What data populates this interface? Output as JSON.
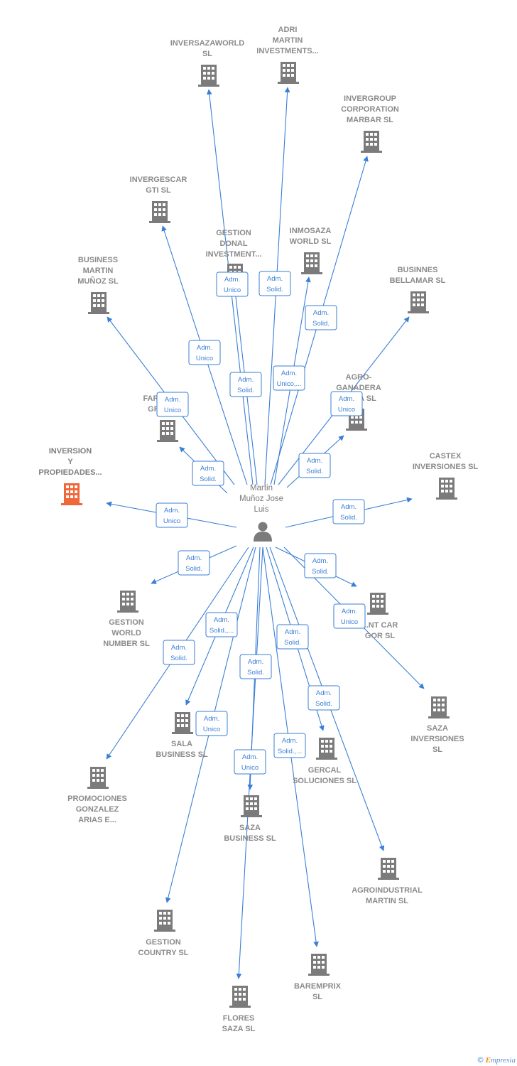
{
  "center": {
    "label_lines": [
      "Martin",
      "Muñoz Jose",
      "Luis"
    ],
    "icon": "person-icon"
  },
  "nodes": [
    {
      "id": "inversazaworld",
      "lines": [
        "INVERSAZAWORLD",
        "SL"
      ]
    },
    {
      "id": "adri-martin",
      "lines": [
        "ADRI",
        "MARTIN",
        "INVESTMENTS..."
      ]
    },
    {
      "id": "invergroup",
      "lines": [
        "INVERGROUP",
        "CORPORATION",
        "MARBAR  SL"
      ]
    },
    {
      "id": "invergescar",
      "lines": [
        "INVERGESCAR",
        "GTI  SL"
      ]
    },
    {
      "id": "gestion-donal",
      "lines": [
        "GESTION",
        "DONAL",
        "INVESTMENT..."
      ]
    },
    {
      "id": "inmosaza",
      "lines": [
        "INMOSAZA",
        "WORLD  SL"
      ]
    },
    {
      "id": "business-martin",
      "lines": [
        "BUSINESS",
        "MARTIN",
        "MUÑOZ  SL"
      ]
    },
    {
      "id": "businnes-bellamar",
      "lines": [
        "BUSINNES",
        "BELLAMAR  SL"
      ]
    },
    {
      "id": "agro-ganadera",
      "lines": [
        "AGRO-",
        "GANADERA",
        "D...CA SL"
      ]
    },
    {
      "id": "far-gr",
      "lines": [
        "FAR...R",
        "GR..."
      ]
    },
    {
      "id": "inversion-propiedades",
      "lines": [
        "INVERSION",
        "Y",
        "PROPIEDADES..."
      ],
      "highlight": true
    },
    {
      "id": "castex",
      "lines": [
        "CASTEX",
        "INVERSIONES SL"
      ]
    },
    {
      "id": "gestion-world",
      "lines": [
        "GESTION",
        "WORLD",
        "NUMBER  SL"
      ]
    },
    {
      "id": "rent-car",
      "lines": [
        "...NT CAR",
        "GOR  SL"
      ]
    },
    {
      "id": "saza-inversiones",
      "lines": [
        "SAZA",
        "INVERSIONES",
        "SL"
      ]
    },
    {
      "id": "sala-business",
      "lines": [
        "SALA",
        "BUSINESS  SL"
      ]
    },
    {
      "id": "gercal",
      "lines": [
        "GERCAL",
        "SOLUCIONES SL"
      ]
    },
    {
      "id": "promociones",
      "lines": [
        "PROMOCIONES",
        "GONZALEZ",
        "ARIAS E..."
      ]
    },
    {
      "id": "saza-business",
      "lines": [
        "SAZA",
        "BUSINESS  SL"
      ]
    },
    {
      "id": "agroindustrial",
      "lines": [
        "AGROINDUSTRIAL",
        "MARTIN SL"
      ]
    },
    {
      "id": "gestion-country",
      "lines": [
        "GESTION",
        "COUNTRY  SL"
      ]
    },
    {
      "id": "baremprix",
      "lines": [
        "BAREMPRIX",
        "SL"
      ]
    },
    {
      "id": "flores-saza",
      "lines": [
        "FLORES",
        "SAZA  SL"
      ]
    }
  ],
  "edges": [
    {
      "to": "inversazaworld",
      "badge": [
        "Adm.",
        "Unico"
      ]
    },
    {
      "to": "adri-martin",
      "badge": [
        "Adm.",
        "Solid."
      ]
    },
    {
      "to": "invergroup",
      "badge": [
        "Adm.",
        "Solid."
      ]
    },
    {
      "to": "invergescar",
      "badge": [
        "Adm.",
        "Unico"
      ]
    },
    {
      "to": "gestion-donal",
      "badge": [
        "Adm.",
        "Solid."
      ]
    },
    {
      "to": "inmosaza",
      "badge": [
        "Adm.",
        "Unico,..."
      ]
    },
    {
      "to": "business-martin",
      "badge": [
        "Adm.",
        "Unico"
      ]
    },
    {
      "to": "businnes-bellamar",
      "badge": [
        "Adm.",
        "Unico"
      ]
    },
    {
      "to": "agro-ganadera",
      "badge": [
        "Adm.",
        "Solid."
      ]
    },
    {
      "to": "far-gr",
      "badge": [
        "Adm.",
        "Solid."
      ]
    },
    {
      "to": "inversion-propiedades",
      "badge": [
        "Adm.",
        "Unico"
      ]
    },
    {
      "to": "castex",
      "badge": [
        "Adm.",
        "Solid."
      ]
    },
    {
      "to": "gestion-world",
      "badge": [
        "Adm.",
        "Solid."
      ]
    },
    {
      "to": "rent-car",
      "badge": [
        "Adm.",
        "Solid."
      ]
    },
    {
      "to": "saza-inversiones",
      "badge": [
        "Adm.",
        "Unico"
      ]
    },
    {
      "to": "sala-business",
      "badge": [
        "Adm.",
        "Solid.,..."
      ]
    },
    {
      "to": "promociones",
      "badge": [
        "Adm.",
        "Solid."
      ]
    },
    {
      "to": "gercal",
      "badge": [
        "Adm.",
        "Solid."
      ]
    },
    {
      "to": "saza-business",
      "badge": [
        "Adm.",
        "Solid."
      ]
    },
    {
      "to": "agroindustrial",
      "badge": [
        "Adm.",
        "Solid."
      ]
    },
    {
      "to": "gestion-country",
      "badge": [
        "Adm.",
        "Unico"
      ]
    },
    {
      "to": "baremprix",
      "badge": [
        "Adm.",
        "Solid.,..."
      ]
    },
    {
      "to": "flores-saza",
      "badge": [
        "Adm.",
        "Unico"
      ]
    }
  ],
  "colors": {
    "edge": "#3a7fd6",
    "building": "#7b7b7b",
    "highlight": "#f0683a",
    "label": "#8a8a8a"
  },
  "footer": {
    "copyright": "©",
    "brand_first": "E",
    "brand_rest": "mpresia"
  }
}
